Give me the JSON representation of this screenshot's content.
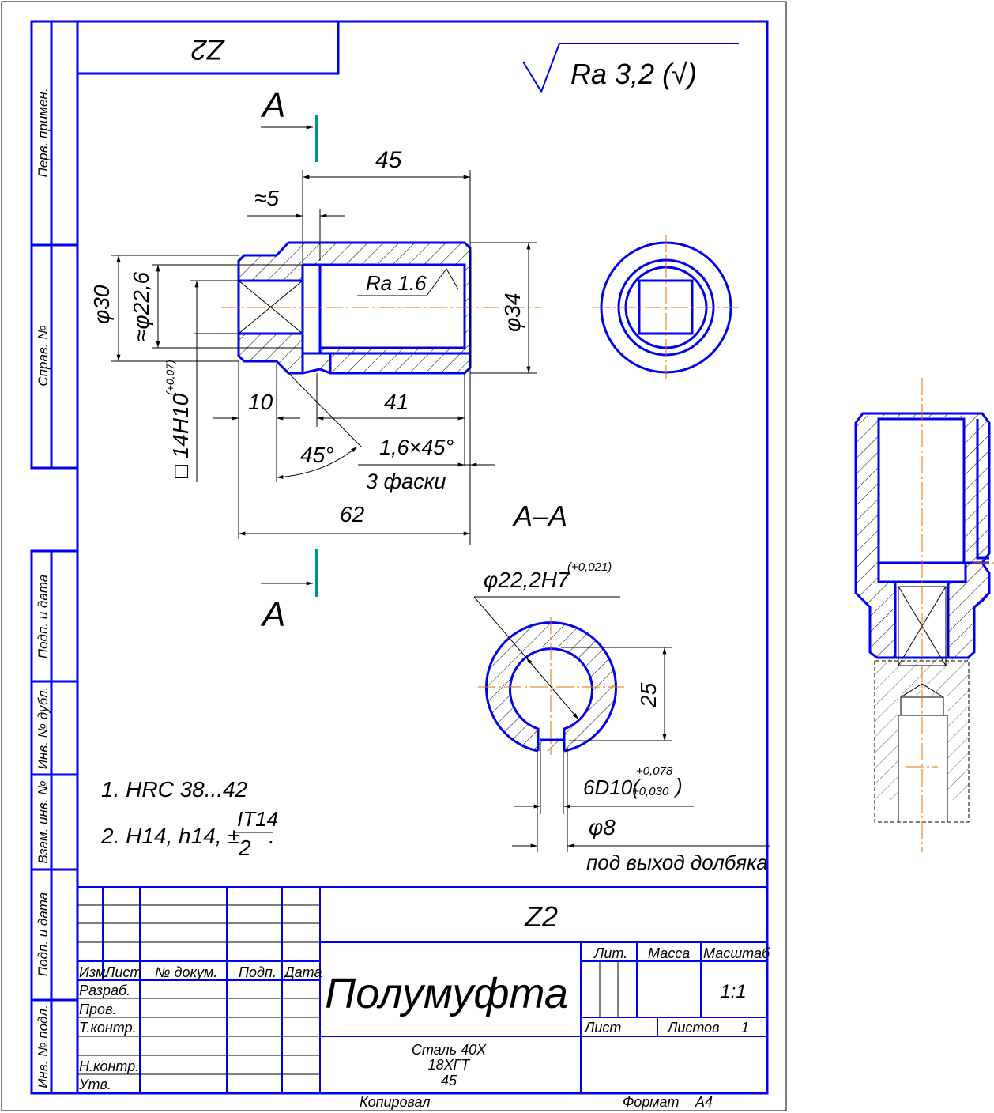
{
  "sheet": {
    "top_code": "Z2",
    "roughness": "Ra 3,2 (√)",
    "section_letter_top": "A",
    "section_letter_bottom": "A",
    "section_title": "A–A",
    "side_labels": [
      "Перв. примен.",
      "Справ. №",
      "Подп. и дата",
      "Инв. № дубл.",
      "Взам. инв. №",
      "Подп. и дата",
      "Инв. № подл."
    ]
  },
  "dimensions": {
    "len45": "45",
    "approx5": "≈5",
    "d30": "φ30",
    "d22_6": "≈φ22,6",
    "sq14": "□ 14H10",
    "sq14_tol": "(+0,07)",
    "ra16": "Ra 1.6",
    "d34": "φ34",
    "len10": "10",
    "len41": "41",
    "angle45": "45°",
    "chamfer": "1,6×45°",
    "chamfer_count": "3 фаски",
    "len62": "62",
    "d22_2": "φ22,2H7",
    "d22_2_tol": "(+0,021)",
    "h25": "25",
    "key": "6D10(",
    "key_tol_upper": "+0,078",
    "key_tol_lower": "+0,030",
    "key_close": ")",
    "d8": "φ8",
    "slot_note": "под выход долбяка"
  },
  "notes": {
    "n1": "1. HRC 38...42",
    "n2": "2. H14, h14, ±",
    "n2_num": "IT14",
    "n2_den": "2",
    "n2_end": "."
  },
  "title_block": {
    "code": "Z2",
    "name": "Полумуфта",
    "material_1": "Сталь 40Х",
    "material_2": "18ХГТ",
    "material_3": "45",
    "headers": [
      "Изм.",
      "Лист",
      "№ докум.",
      "Подп.",
      "Дата"
    ],
    "roles": [
      "Разраб.",
      "Пров.",
      "Т.контр.",
      "Н.контр.",
      "Утв."
    ],
    "lit": "Лит.",
    "mass": "Масса",
    "scale_label": "Масштаб",
    "scale": "1:1",
    "sheet": "Лист",
    "sheets": "Листов",
    "sheets_count": "1",
    "copied": "Копировал",
    "format_label": "Формат",
    "format": "A4"
  }
}
